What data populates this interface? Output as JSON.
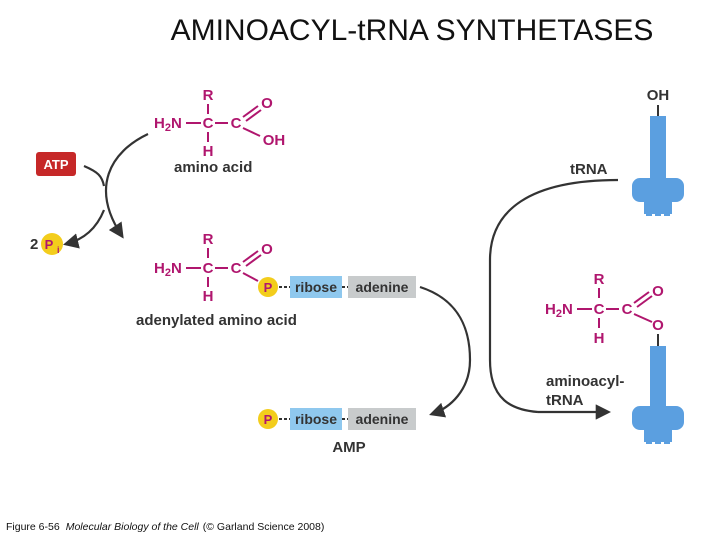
{
  "title": "AMINOACYL-tRNA SYNTHETASES",
  "amino_acid": {
    "R": "R",
    "H2N": "H",
    "H2N_sub": "2",
    "H2N_N": "N",
    "C1": "C",
    "C2": "C",
    "O": "O",
    "OH": "OH",
    "H": "H",
    "label": "amino acid"
  },
  "atp": "ATP",
  "ppi": {
    "coef": "2",
    "P": "P",
    "sub": "i"
  },
  "adenylated": {
    "R": "R",
    "H2N": "H",
    "H2N_sub": "2",
    "H2N_N": "N",
    "C1": "C",
    "C2": "C",
    "O": "O",
    "H": "H",
    "P": "P",
    "ribose": "ribose",
    "adenine": "adenine",
    "label": "adenylated amino acid"
  },
  "trna": {
    "OH": "OH",
    "label": "tRNA"
  },
  "aminoacyl": {
    "R": "R",
    "H2N": "H",
    "H2N_sub": "2",
    "H2N_N": "N",
    "C1": "C",
    "C2": "C",
    "O_top": "O",
    "O_bottom": "O",
    "H": "H",
    "label_line1": "aminoacyl-",
    "label_line2": "tRNA"
  },
  "amp": {
    "P": "P",
    "ribose": "ribose",
    "adenine": "adenine",
    "label": "AMP"
  },
  "caption": {
    "figure": "Figure 6-56",
    "book": "Molecular Biology of the Cell",
    "publisher": "(© Garland Science 2008)"
  },
  "colors": {
    "magenta": "#b0166e",
    "atp_red": "#c62828",
    "phosphate_yellow": "#f3cd1c",
    "ribose_blue": "#8fc8ee",
    "adenine_gray": "#c8cbcc",
    "trna_blue": "#5b9fe0",
    "arrow": "#333333"
  }
}
